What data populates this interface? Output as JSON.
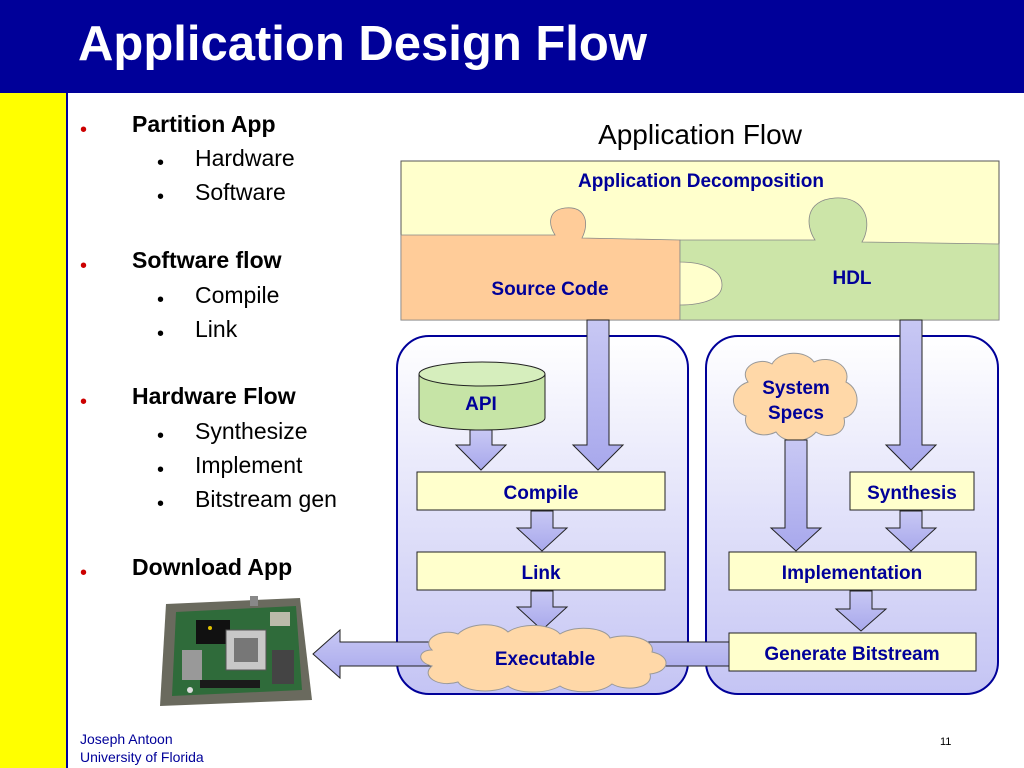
{
  "slide": {
    "title": "Application Design Flow",
    "page_number": "11",
    "footer": {
      "author": "Joseph Antoon",
      "affiliation": "University of Florida"
    }
  },
  "bullets": [
    {
      "label": "Partition App",
      "subitems": [
        "Hardware",
        "Software"
      ]
    },
    {
      "label": "Software flow",
      "subitems": [
        "Compile",
        "Link"
      ]
    },
    {
      "label": "Hardware Flow",
      "subitems": [
        "Synthesize",
        "Implement",
        "Bitstream gen"
      ]
    },
    {
      "label": "Download App",
      "subitems": []
    }
  ],
  "diagram": {
    "heading": "Application Flow",
    "decomposition_label": "Application Decomposition",
    "source_code": "Source Code",
    "hdl": "HDL",
    "api": "API",
    "system_specs_line1": "System",
    "system_specs_line2": "Specs",
    "compile": "Compile",
    "link": "Link",
    "executable": "Executable",
    "synthesis": "Synthesis",
    "implementation": "Implementation",
    "generate_bitstream": "Generate Bitstream",
    "icons": {
      "board": "fpga-board-icon"
    }
  },
  "colors": {
    "title_bar": "#000099",
    "side_strip": "#ffff00",
    "bullet_red": "#cc0000",
    "label_blue": "#000099",
    "box_fill": "#ffffcc",
    "puzzle_top": "#ffffcc",
    "puzzle_source": "#ffcc99",
    "puzzle_hdl": "#cce5a8",
    "api_fill": "#c6e4a6",
    "arrow_fill": "#b8b8f0",
    "cloud_fill": "#ffd8a8"
  }
}
